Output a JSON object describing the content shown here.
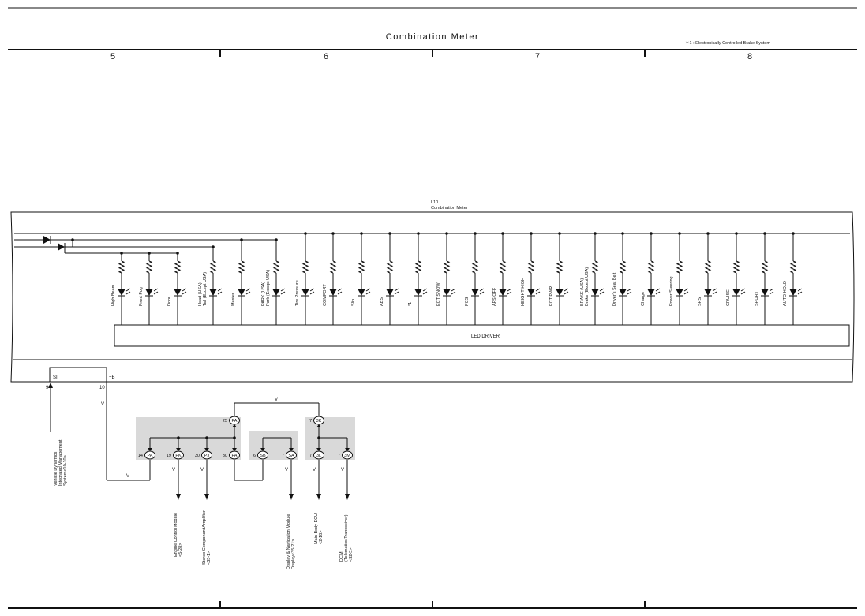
{
  "header": {
    "title": "Combination Meter",
    "footnote": "＊1 : Electronically Controlled Brake System",
    "columns": [
      "5",
      "6",
      "7",
      "8"
    ]
  },
  "component": {
    "id": "L10",
    "name": "Combination Meter",
    "driver_label": "LED DRIVER"
  },
  "leds": [
    {
      "label": "High Beam"
    },
    {
      "label": "Front Fog"
    },
    {
      "label": "Door"
    },
    {
      "label": "Head (USA)",
      "label2": "Tail (Except USA)"
    },
    {
      "label": "Master"
    },
    {
      "label": "PARK (USA)",
      "label2": "Park (Except USA)"
    },
    {
      "label": "Tire Pressure"
    },
    {
      "label": "COMFORT"
    },
    {
      "label": "Slip"
    },
    {
      "label": "ABS"
    },
    {
      "label": "*1"
    },
    {
      "label": "ECT SNOW"
    },
    {
      "label": "PCS"
    },
    {
      "label": "AFS OFF"
    },
    {
      "label": "HEIGHT HIGH"
    },
    {
      "label": "ECT PWR"
    },
    {
      "label": "BRAKE (USA)",
      "label2": "Brake (Except USA)"
    },
    {
      "label": "Driver's Seat Belt"
    },
    {
      "label": "Charge"
    },
    {
      "label": "Power Steering"
    },
    {
      "label": "SRS"
    },
    {
      "label": "CRUISE"
    },
    {
      "label": "SPORT"
    },
    {
      "label": "AUTO HOLD"
    }
  ],
  "pins": {
    "si_label": "SI",
    "si_num": "9",
    "b_label": "+B",
    "b_num": "10"
  },
  "wire_color": "V",
  "connectors": [
    {
      "pin": "25",
      "code": "PA"
    },
    {
      "pin": "7",
      "code": "3K"
    },
    {
      "pin": "14",
      "code": "PA"
    },
    {
      "pin": "19",
      "code": "PK"
    },
    {
      "pin": "30",
      "code": "PJ"
    },
    {
      "pin": "30",
      "code": "PA"
    },
    {
      "pin": "6",
      "code": "SB"
    },
    {
      "pin": "7",
      "code": "SA"
    },
    {
      "pin": "7",
      "code": "3L"
    },
    {
      "pin": "7",
      "code": "3M"
    }
  ],
  "destinations": {
    "vdim": [
      "Vehicle Dynamics",
      "Integrated Management",
      "System<10-10>"
    ],
    "ecm": [
      "Engine Control Module",
      "<5-28>"
    ],
    "stereo": [
      "Stereo Component Amplifier",
      "<35-1>"
    ],
    "display": [
      "Display & Navigation Module",
      "Display<35-21>"
    ],
    "mbecu": [
      "Main Body ECU",
      "<2-18>"
    ],
    "dcm": [
      "DCM",
      "(Telematics Transceiver)",
      "<32-3>"
    ]
  },
  "colors": {
    "line": "#111111",
    "box_shade": "#d9d9d9"
  }
}
